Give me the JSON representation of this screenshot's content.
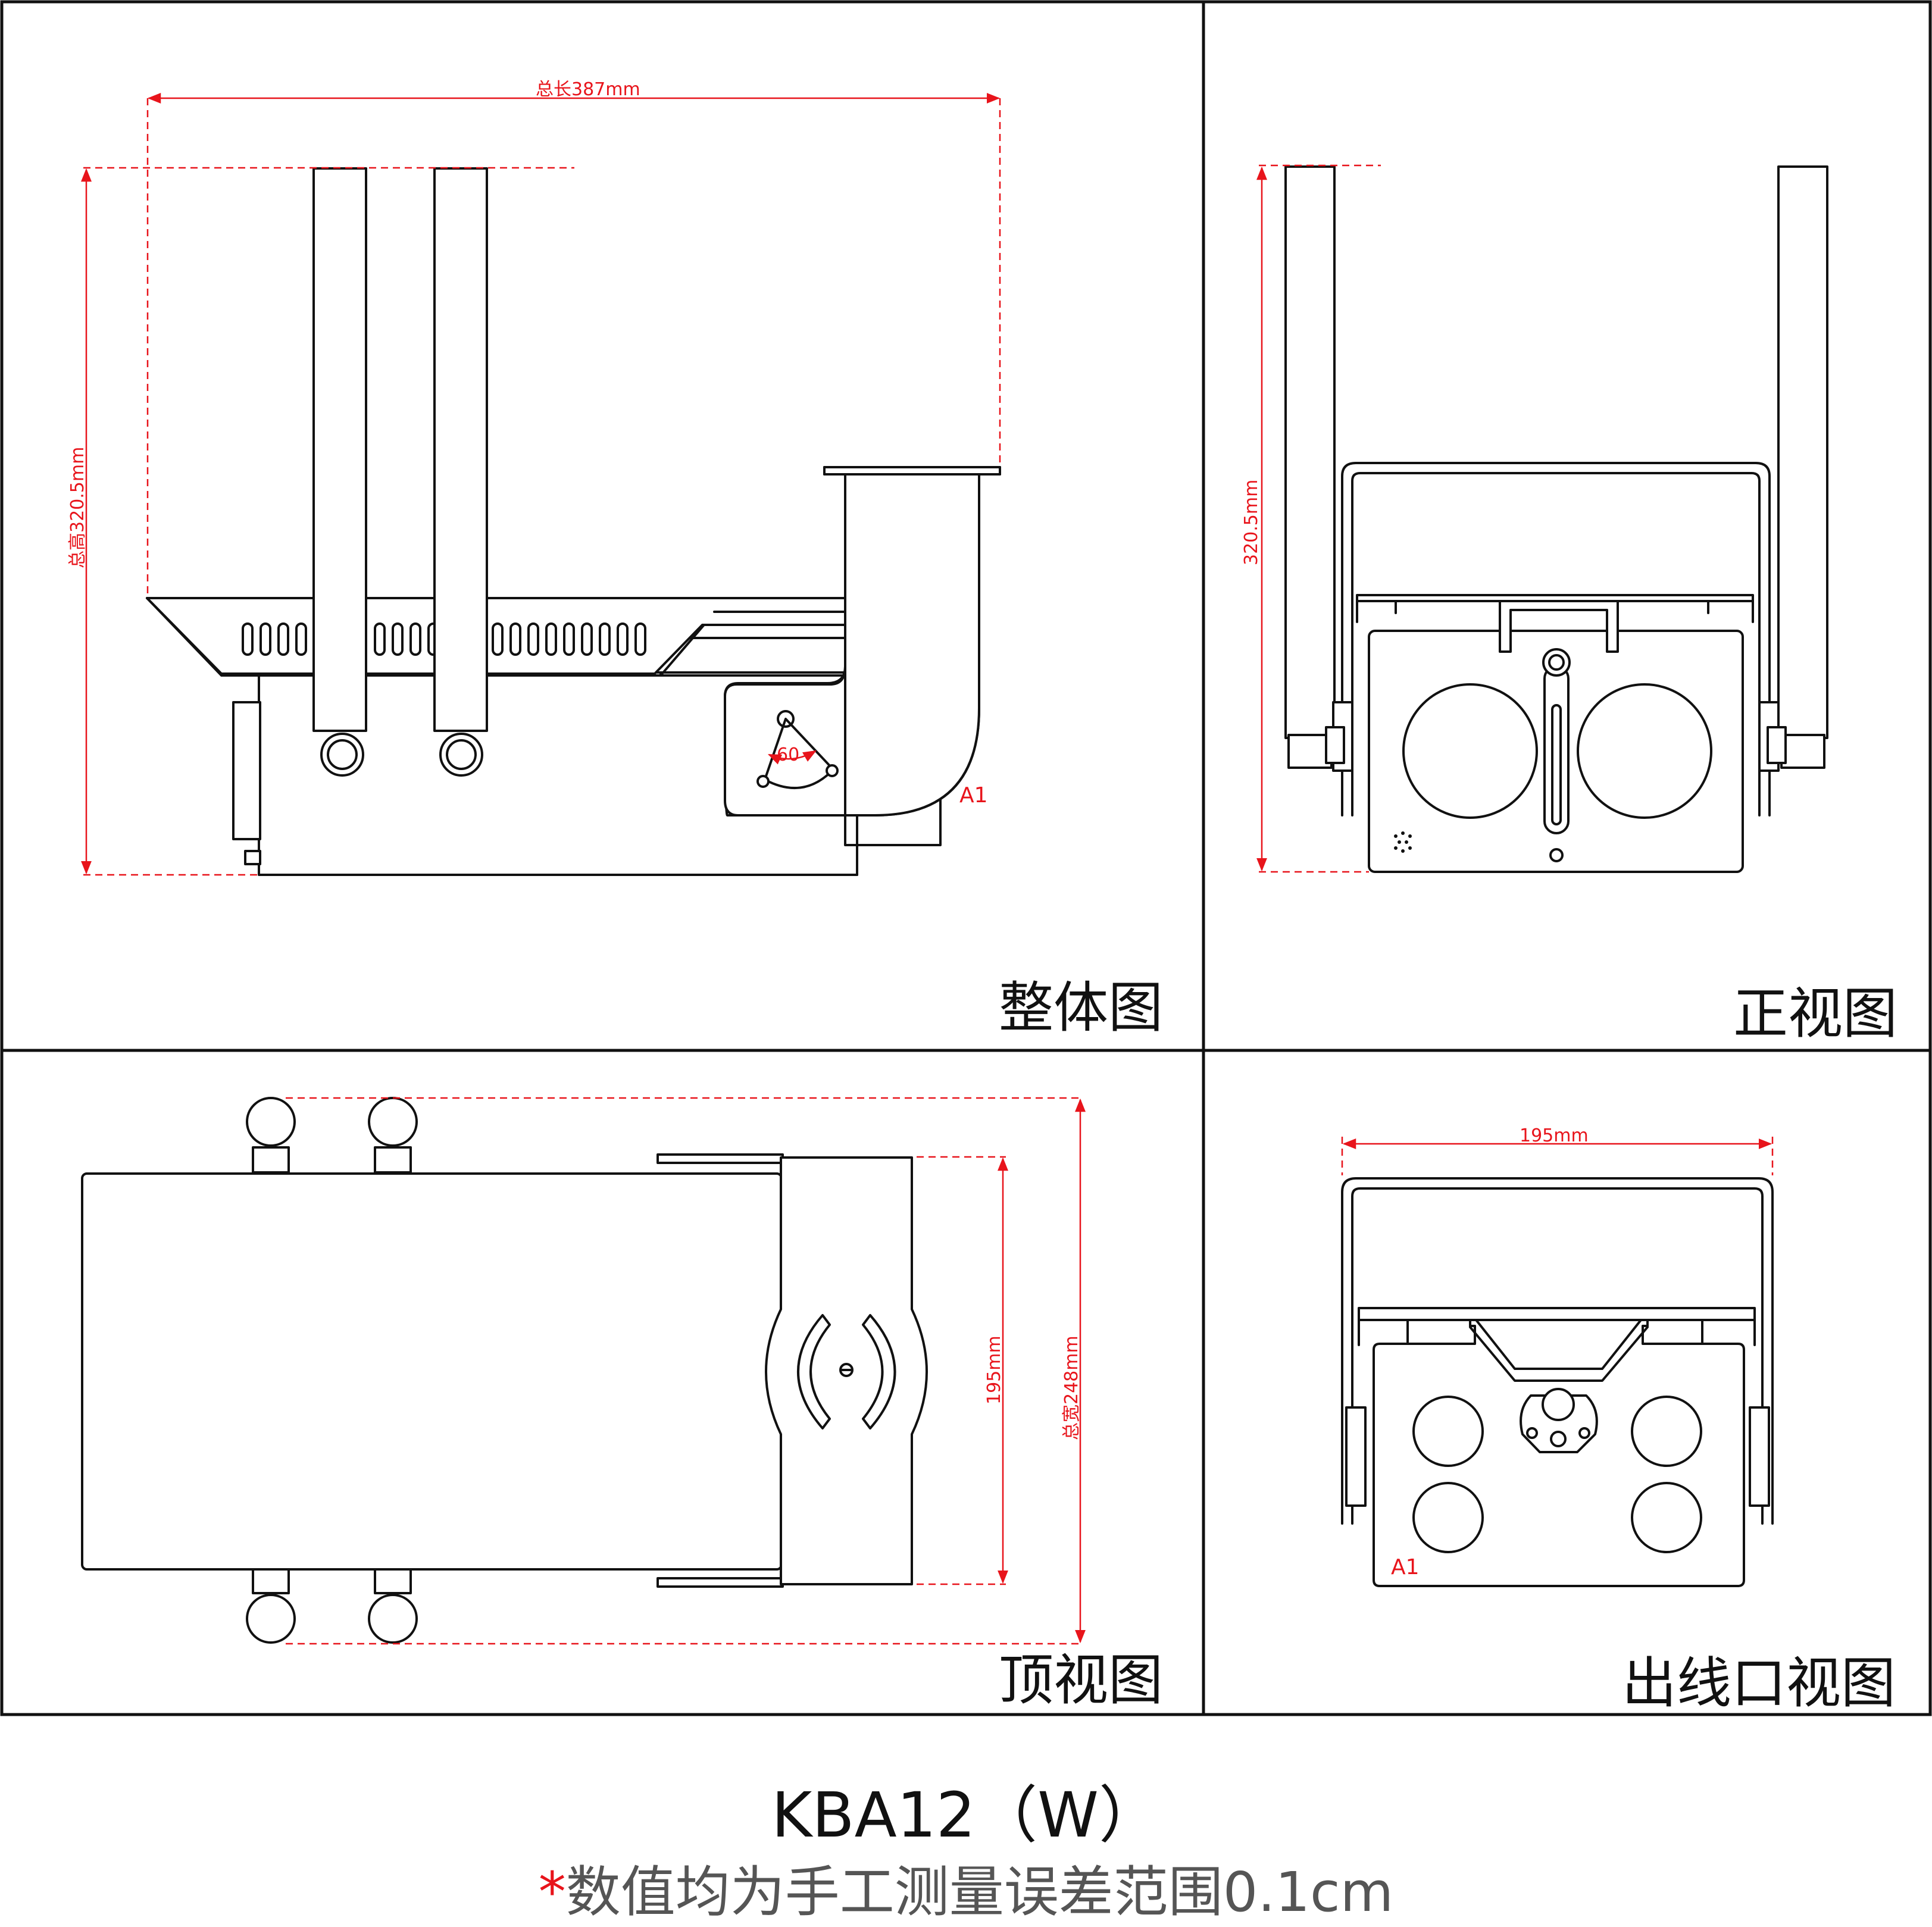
{
  "panels": {
    "overall": {
      "label": "整体图",
      "length_dim": "总长387mm",
      "height_dim": "总高320.5mm",
      "angle": "60",
      "outlet_mark": "A1"
    },
    "front": {
      "label": "正视图",
      "height_dim": "320.5mm"
    },
    "top": {
      "label": "顶视图",
      "inner_width_dim": "195mm",
      "total_width_dim": "总宽248mm"
    },
    "outlet": {
      "label": "出线口视图",
      "width_dim": "195mm",
      "outlet_mark": "A1"
    }
  },
  "footer": {
    "model": "KBA12（W）",
    "note_star": "*",
    "note": "数值均为手工测量误差范围0.1cm"
  },
  "colors": {
    "dimension": "#e8141b",
    "line": "#111111",
    "note": "#555555"
  }
}
